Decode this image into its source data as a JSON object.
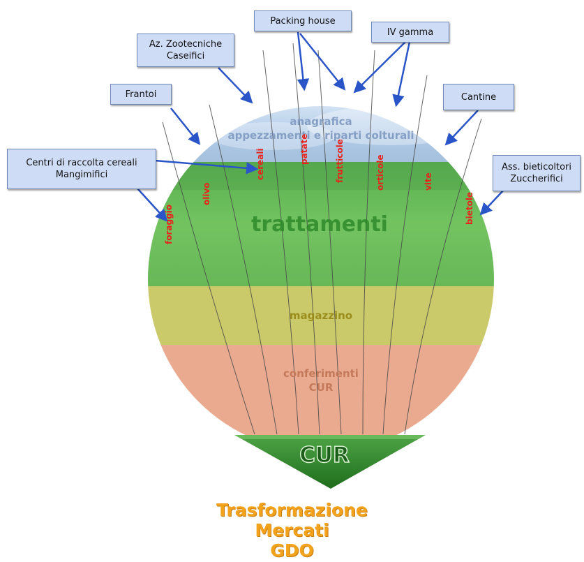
{
  "callouts": {
    "packing_house": "Packing house",
    "iv_gamma": "IV gamma",
    "zootecniche": [
      "Az. Zootecniche",
      "Caseifici"
    ],
    "frantoi": "Frantoi",
    "cantine": "Cantine",
    "centri": [
      "Centri di raccolta cereali",
      "Mangimifici"
    ],
    "bieticoltori": [
      "Ass. bieticoltori",
      "Zuccherifici"
    ]
  },
  "layers": {
    "anagrafica": [
      "anagrafica",
      "appezzamenti e riparti colturali"
    ],
    "trattamenti": "trattamenti",
    "magazzino": "magazzino",
    "conferimenti": [
      "conferimenti",
      "CUR"
    ]
  },
  "crops": [
    "foraggio",
    "olivo",
    "cereali",
    "patate",
    "frutticole",
    "orticole",
    "vite",
    "bietole"
  ],
  "funnel_label": "CUR",
  "outputs": [
    "Trasformazione",
    "Mercati",
    "GDO"
  ],
  "colors": {
    "sky": "#a9c6e6",
    "field_green": "#5cb548",
    "warehouse_yellow": "#c6c45a",
    "delivery_salmon": "#e8a184",
    "crop_red": "#e8231b",
    "funnel_green": "#2f8a2a",
    "output_orange": "#f2a21b",
    "callout_fill": "#cfdcf6"
  }
}
